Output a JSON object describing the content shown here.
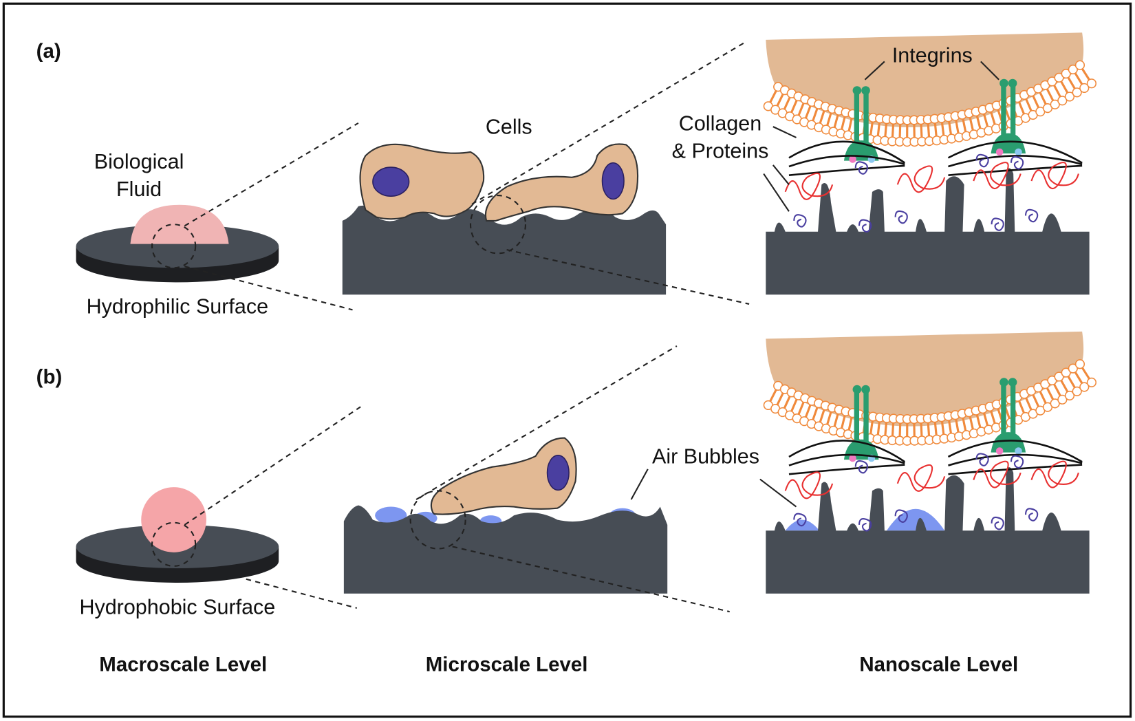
{
  "panels": {
    "a": {
      "tag": "(a)",
      "fluid_label_line1": "Biological",
      "fluid_label_line2": "Fluid",
      "surface_label": "Hydrophilic Surface",
      "cells_label": "Cells",
      "integrins_label": "Integrins",
      "collagen_label_line1": "Collagen",
      "collagen_label_line2": "& Proteins"
    },
    "b": {
      "tag": "(b)",
      "surface_label": "Hydrophobic Surface",
      "air_bubbles_label": "Air Bubbles"
    }
  },
  "levels": {
    "macro": "Macroscale Level",
    "micro": "Microscale Level",
    "nano": "Nanoscale Level"
  },
  "colors": {
    "surface": "#474d55",
    "cell": "#e2b994",
    "nucleus": "#4a3fa0",
    "integrin": "#2a9d6f",
    "lipid": "#f08a3c",
    "fluid_hydrophilic": "#f0b4b4",
    "fluid_hydrophobic": "#f5a5a8",
    "air_bubble": "#7d96f0",
    "protein": "#e83030"
  }
}
